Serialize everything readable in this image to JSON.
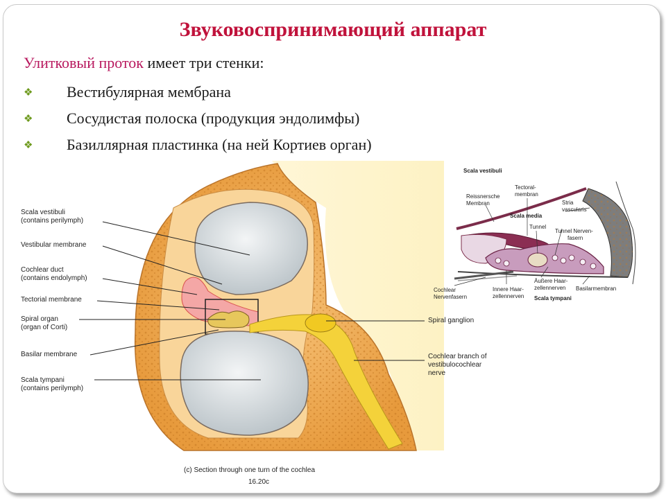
{
  "slide": {
    "title": "Звуковоспринимающий аппарат",
    "intro_highlight": "Улитковый проток",
    "intro_rest": " имеет три стенки:",
    "bullets": [
      "Вестибулярная мембрана",
      "Сосудистая полоска (продукция эндолимфы)",
      "Базиллярная пластинка (на ней Кортиев орган)"
    ],
    "bullet_icon": "diamond-bullet-icon"
  },
  "figure_left": {
    "labels": [
      "Scala vestibuli",
      "(contains perilymph)",
      "Vestibular membrane",
      "Cochlear duct",
      "(contains endolymph)",
      "Tectorial membrane",
      "Spiral organ",
      "(organ of Corti)",
      "Basilar membrane",
      "Scala tympani",
      "(contains perilymph)",
      "Spiral ganglion",
      "Cochlear branch of",
      "vestibulocochlear",
      "nerve"
    ],
    "caption": "(c) Section through one turn of the cochlea",
    "figure_number": "16.20c"
  },
  "figure_right": {
    "labels": [
      "Scala vestibuli",
      "Tectoral-",
      "membran",
      "Stria",
      "vascularis",
      "Reissnersche",
      "Membran",
      "Scala media",
      "Tunnel",
      "Tunnel Nerven-",
      "fasern",
      "Cochlear",
      "Nervenfasern",
      "Innere Haar-",
      "zellennerven",
      "Äußere Haar-",
      "zellennerven",
      "Basilarmembran",
      "Scala tympani"
    ]
  }
}
